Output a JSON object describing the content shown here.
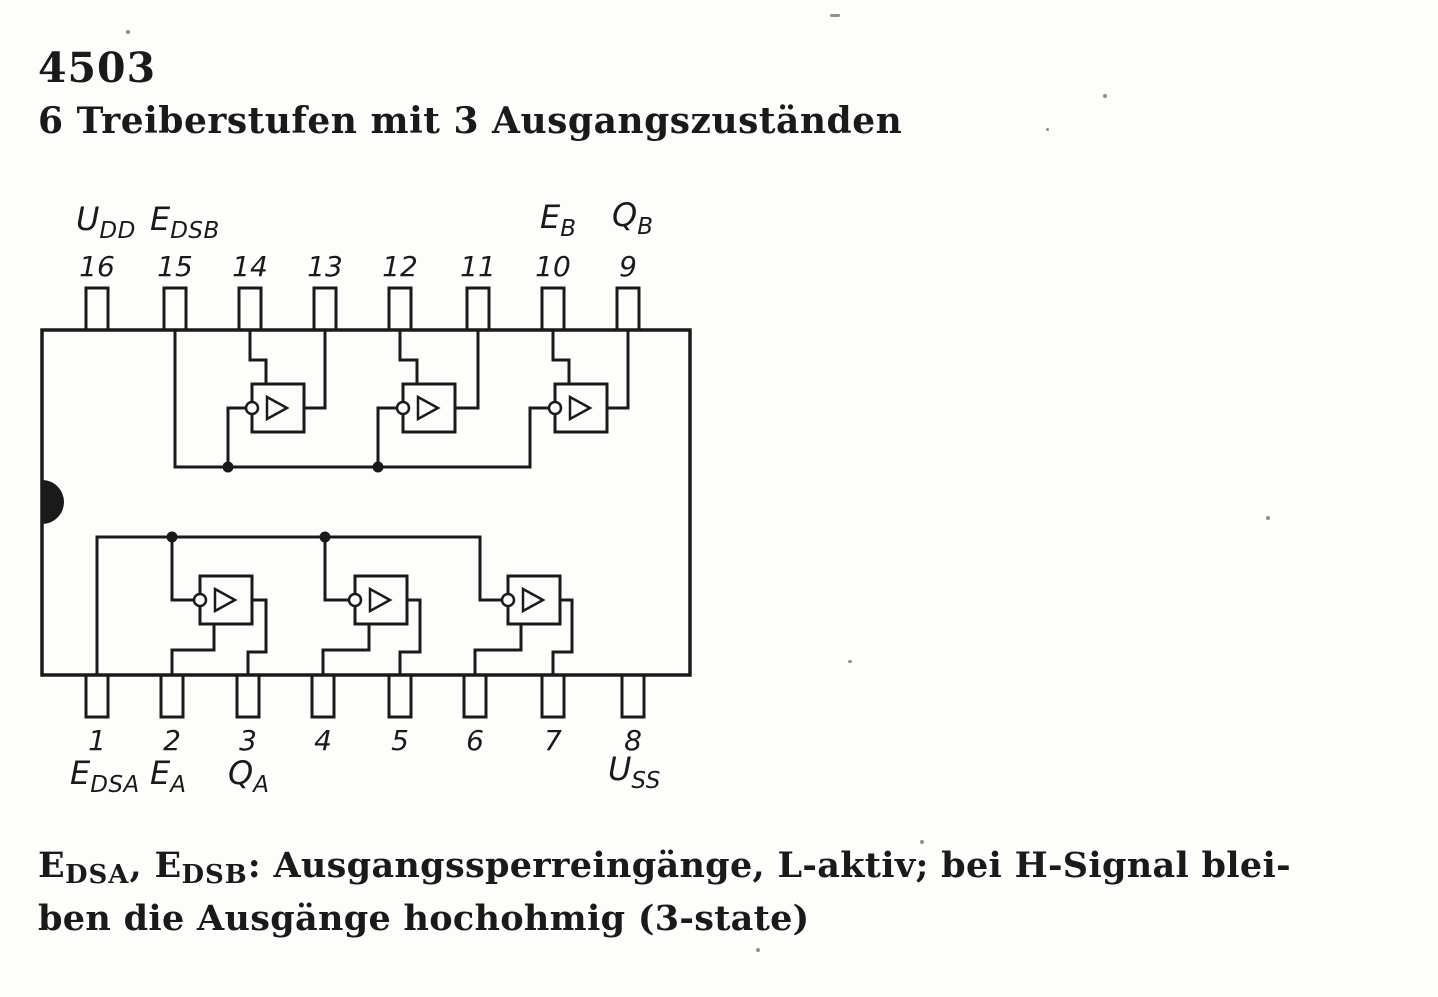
{
  "page": {
    "part_number": "4503",
    "subtitle": "6 Treiberstufen mit 3 Ausgangszuständen"
  },
  "diagram": {
    "top_pins": [
      {
        "number": "16",
        "label_main": "U",
        "label_sub": "DD"
      },
      {
        "number": "15",
        "label_main": "E",
        "label_sub": "DSB"
      },
      {
        "number": "14"
      },
      {
        "number": "13"
      },
      {
        "number": "12"
      },
      {
        "number": "11"
      },
      {
        "number": "10",
        "label_main": "E",
        "label_sub": "B"
      },
      {
        "number": "9",
        "label_main": "Q",
        "label_sub": "B"
      }
    ],
    "bottom_pins": [
      {
        "number": "1",
        "label_main": "E",
        "label_sub": "DSA"
      },
      {
        "number": "2",
        "label_main": "E",
        "label_sub": "A"
      },
      {
        "number": "3",
        "label_main": "Q",
        "label_sub": "A"
      },
      {
        "number": "4"
      },
      {
        "number": "5"
      },
      {
        "number": "6"
      },
      {
        "number": "7"
      },
      {
        "number": "8",
        "label_main": "U",
        "label_sub": "SS"
      }
    ],
    "buffer_count": "6",
    "line_color": "#1a1a1a"
  },
  "footnote": {
    "ref1_main": "E",
    "ref1_sub": "DSA",
    "separator": ", ",
    "ref2_main": "E",
    "ref2_sub": "DSB",
    "line1_rest": ": Ausgangssperreingänge, L-aktiv; bei H-Signal blei-",
    "line2": "ben die Ausgänge hochohmig (3-state)"
  }
}
